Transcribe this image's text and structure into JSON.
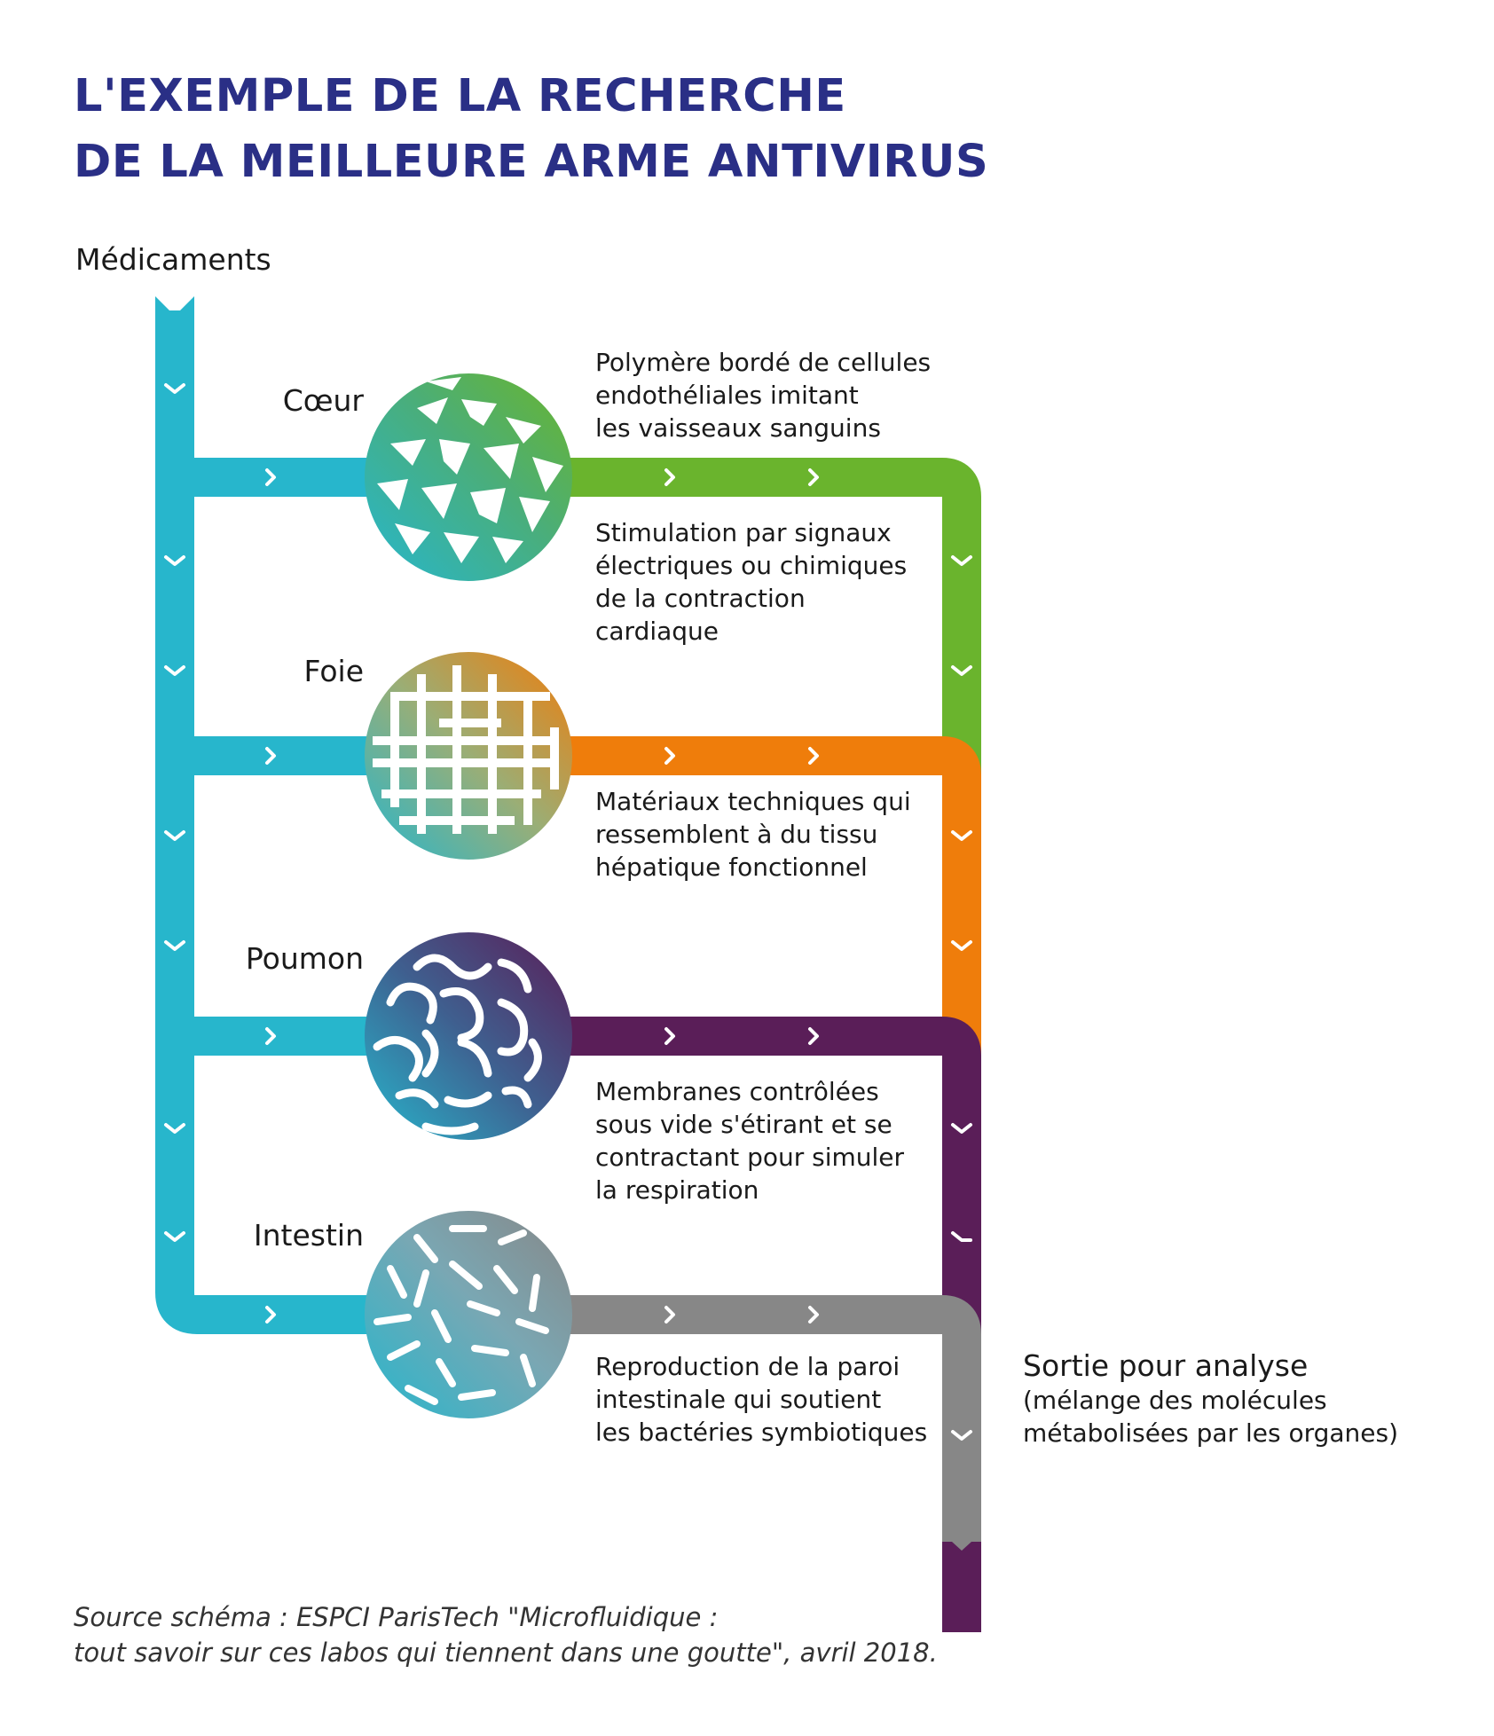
{
  "title": {
    "line1": "L'EXEMPLE DE LA RECHERCHE",
    "line2": "DE LA MEILLEURE ARME ANTIVIRUS"
  },
  "input_label": "Médicaments",
  "organs": [
    {
      "name": "Cœur",
      "color": "#6ab42d",
      "descriptions": [
        [
          "Polymère bordé de cellules",
          "endothéliales imitant",
          "les vaisseaux sanguins"
        ],
        [
          "Stimulation par signaux",
          "électriques ou chimiques",
          "de la contraction",
          "cardiaque"
        ]
      ]
    },
    {
      "name": "Foie",
      "color": "#ef7d0b",
      "descriptions": [
        [
          "Matériaux techniques qui",
          "ressemblent à du tissu",
          "hépatique fonctionnel"
        ]
      ]
    },
    {
      "name": "Poumon",
      "color": "#5a1e58",
      "descriptions": [
        [
          "Membranes contrôlées",
          "sous vide s'étirant et se",
          "contractant pour simuler",
          "la respiration"
        ]
      ]
    },
    {
      "name": "Intestin",
      "color": "#878787",
      "descriptions": [
        [
          "Reproduction de la paroi",
          "intestinale qui soutient",
          "les bactéries symbiotiques"
        ]
      ]
    }
  ],
  "exit": {
    "title": "Sortie pour analyse",
    "line2": "(mélange des molécules",
    "line3": "métabolisées par les organes)"
  },
  "source": {
    "line1": "Source schéma : ESPCI ParisTech \"Microfluidique :",
    "line2": "tout savoir sur ces labos qui tiennent dans une goutte\", avril 2018."
  },
  "colors": {
    "title": "#2a2f86",
    "input_channel": "#27b6cc",
    "heart": "#6ab42d",
    "liver": "#ef7d0b",
    "lung": "#5a1e58",
    "intestine": "#878787"
  }
}
